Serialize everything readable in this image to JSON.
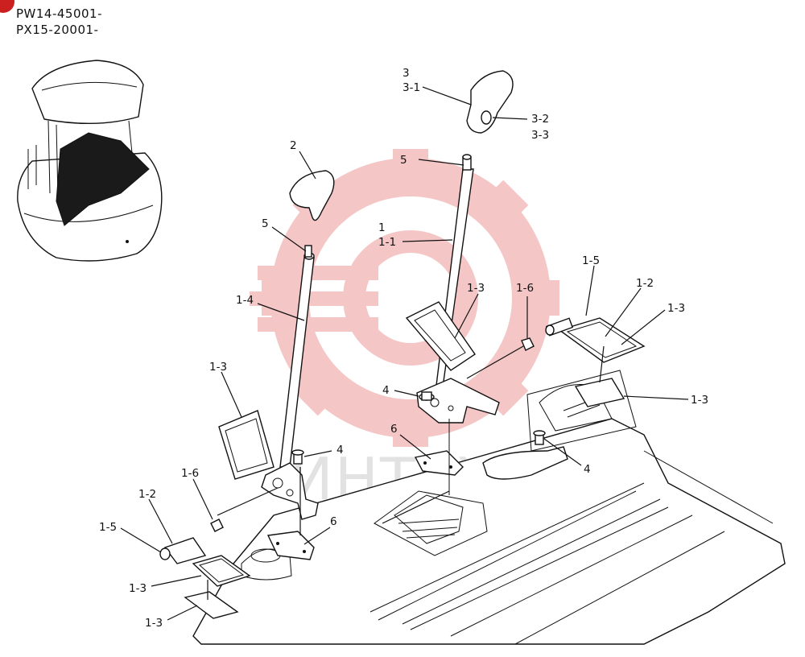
{
  "header": {
    "serial_1": "PW14-45001-",
    "serial_2": "PX15-20001-"
  },
  "watermark": {
    "text": "ИНТЕХ",
    "color": "#f2b3b3"
  },
  "callouts": {
    "c3": "3",
    "c3_1": "3-1",
    "c3_2": "3-2",
    "c3_3": "3-3",
    "c2": "2",
    "c5_right": "5",
    "c5_left": "5",
    "c1": "1",
    "c1_1": "1-1",
    "c1_3_center": "1-3",
    "c1_6_center": "1-6",
    "c1_5_right": "1-5",
    "c1_2_right": "1-2",
    "c1_3_right_a": "1-3",
    "c1_3_right_b": "1-3",
    "c1_4": "1-4",
    "c1_3_left": "1-3",
    "c4_center": "4",
    "c4_left": "4",
    "c4_right": "4",
    "c6_center": "6",
    "c6_left": "6",
    "c1_6_left": "1-6",
    "c1_2_left": "1-2",
    "c1_5_left": "1-5",
    "c1_3_bottom_a": "1-3",
    "c1_3_bottom_b": "1-3"
  }
}
